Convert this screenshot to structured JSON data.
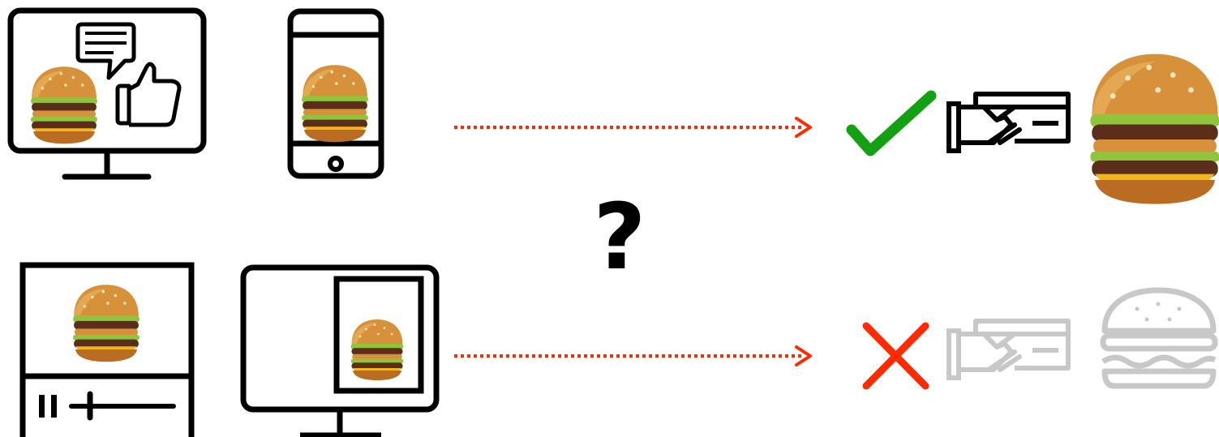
{
  "center_symbol": "?",
  "colors": {
    "line": "#000000",
    "arrow": "#ff2a00",
    "check": "#13a113",
    "cross": "#ff2a00",
    "faded": "#c8c8c8",
    "bun": "#d7913a",
    "bun_shade": "#b96c22",
    "patty": "#5a2e1a",
    "lettuce": "#8fc43c",
    "cheese": "#f3b51a"
  },
  "icons": {
    "desktop_review": [
      "monitor-icon",
      "speech-bubble-icon",
      "thumbs-up-icon",
      "burger-image"
    ],
    "smartphone": [
      "smartphone-icon",
      "burger-image"
    ],
    "video_player": [
      "video-player-icon",
      "pause-icon",
      "burger-image"
    ],
    "desktop_sidebar": [
      "monitor-icon",
      "sidebar-ad-icon",
      "burger-image"
    ],
    "outcome_positive": [
      "check-icon",
      "card-payment-icon",
      "burger-image"
    ],
    "outcome_negative": [
      "cross-icon",
      "card-payment-icon",
      "burger-outline-icon"
    ]
  }
}
